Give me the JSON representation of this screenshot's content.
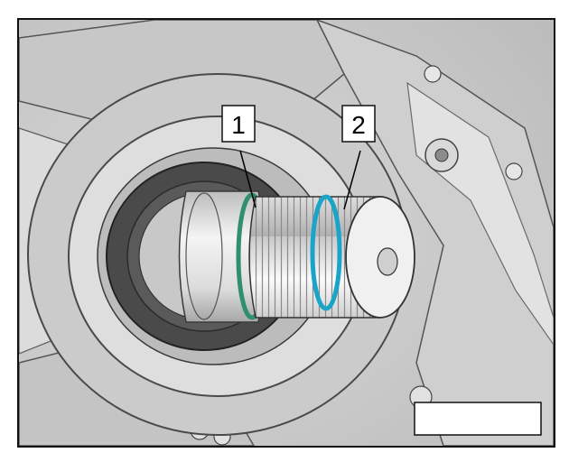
{
  "callouts": [
    {
      "number": "1",
      "part": "o-ring-inner"
    },
    {
      "number": "2",
      "part": "o-ring-outer"
    }
  ],
  "figure_id": "",
  "colors": {
    "housing": "#d0d0d0",
    "housing_shadow": "#a9a9a9",
    "housing_light": "#eeeeee",
    "seal": "#474747",
    "shaft": "#e9e9e9",
    "o_ring_1": "#2f8f6f",
    "o_ring_2": "#1aa5c8",
    "outline": "#333333"
  }
}
